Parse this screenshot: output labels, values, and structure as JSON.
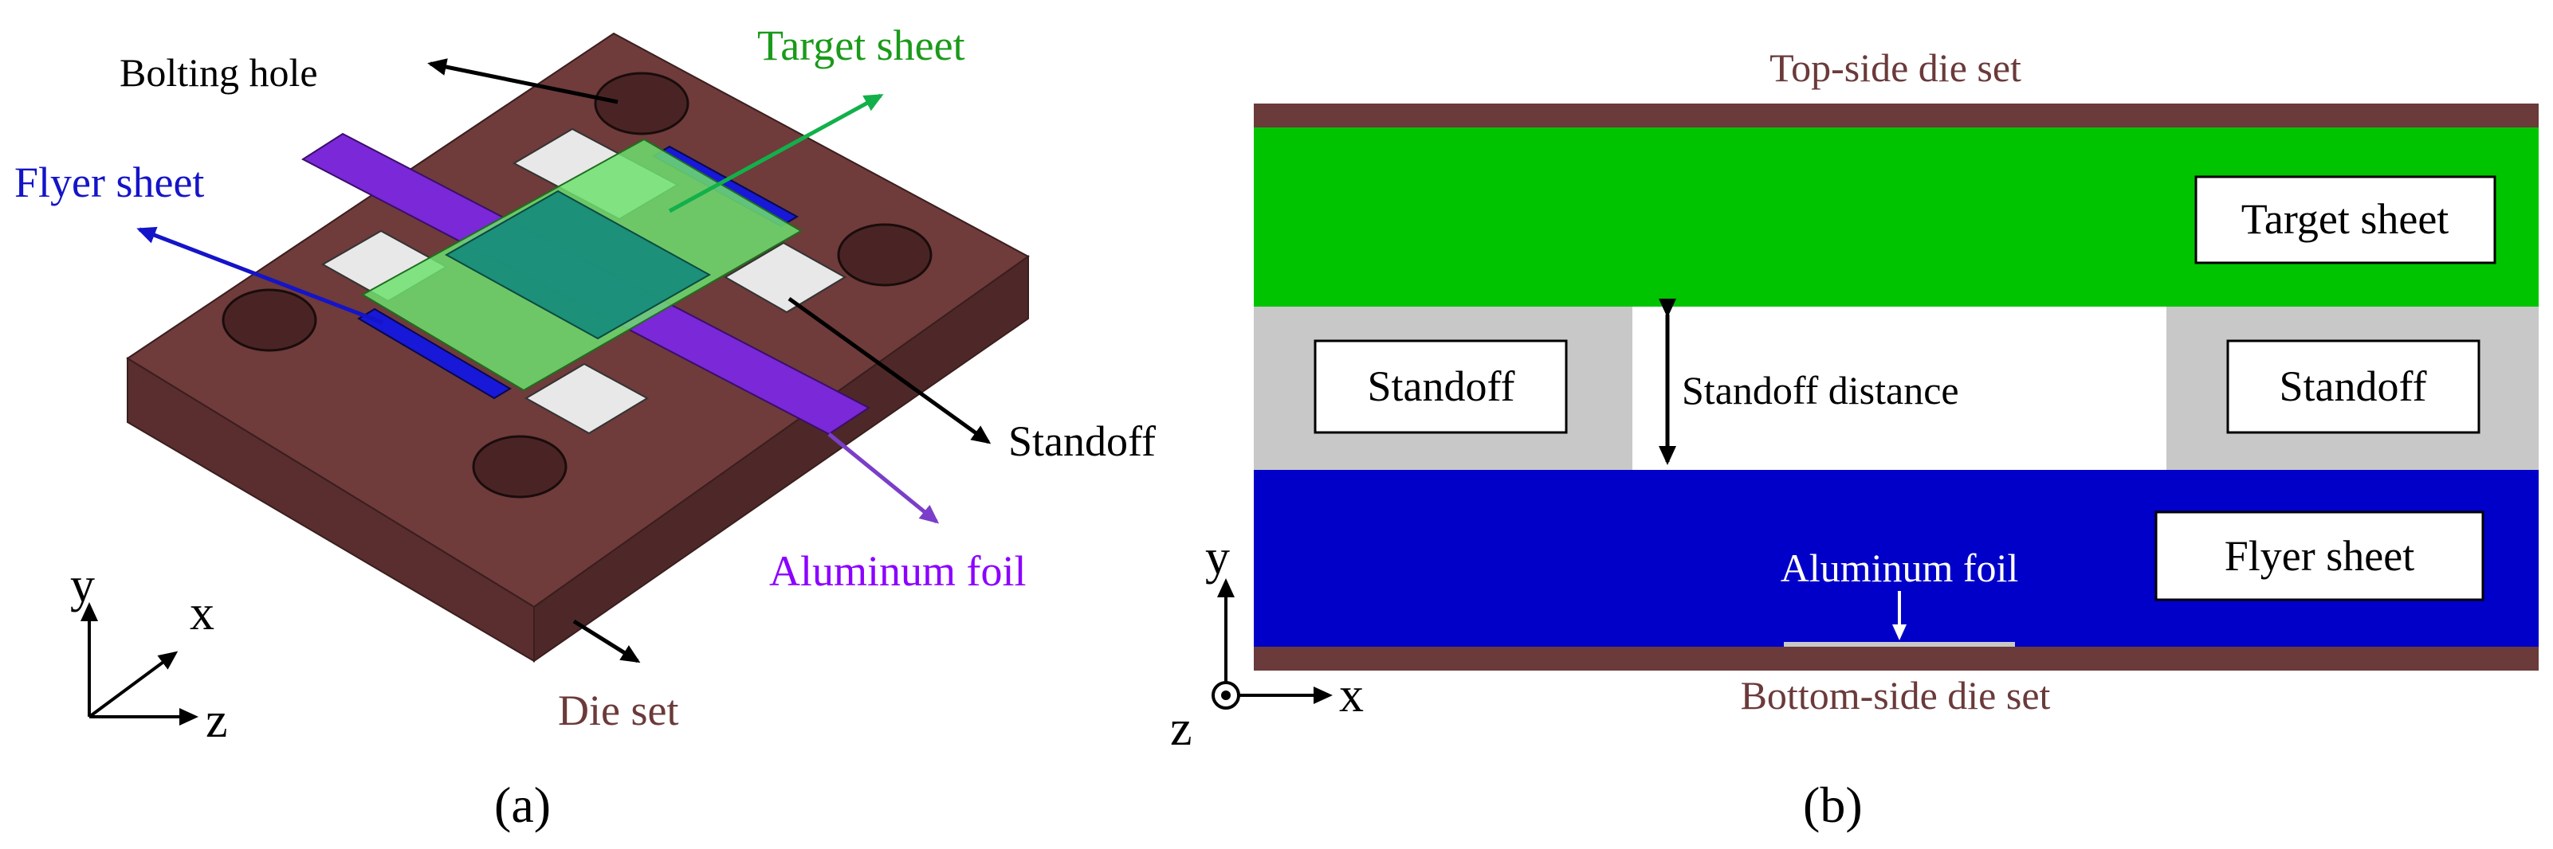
{
  "panel_a": {
    "caption": "(a)",
    "labels": {
      "bolting_hole": "Bolting hole",
      "target_sheet": "Target sheet",
      "flyer_sheet": "Flyer sheet",
      "standoff": "Standoff",
      "aluminum_foil": "Aluminum foil",
      "die_set": "Die set"
    },
    "axes": {
      "y": "y",
      "x": "x",
      "z": "z"
    }
  },
  "panel_b": {
    "caption": "(b)",
    "labels": {
      "top_die": "Top-side die set",
      "target_sheet": "Target sheet",
      "standoff_left": "Standoff",
      "standoff_distance": "Standoff distance",
      "standoff_right": "Standoff",
      "flyer_sheet": "Flyer sheet",
      "aluminum_foil": "Aluminum foil",
      "bottom_die": "Bottom-side die set"
    },
    "axes": {
      "y": "y",
      "x": "x",
      "z": "z"
    }
  },
  "colors": {
    "die": "#6b3a3a",
    "target": "#00c400",
    "flyer": "#0000c8",
    "standoff": "#c8c8c8",
    "foil_label": "#8b00ff",
    "target_label": "#1a9a1a",
    "flyer_label": "#1414c8",
    "die_label": "#6b3a3a"
  }
}
